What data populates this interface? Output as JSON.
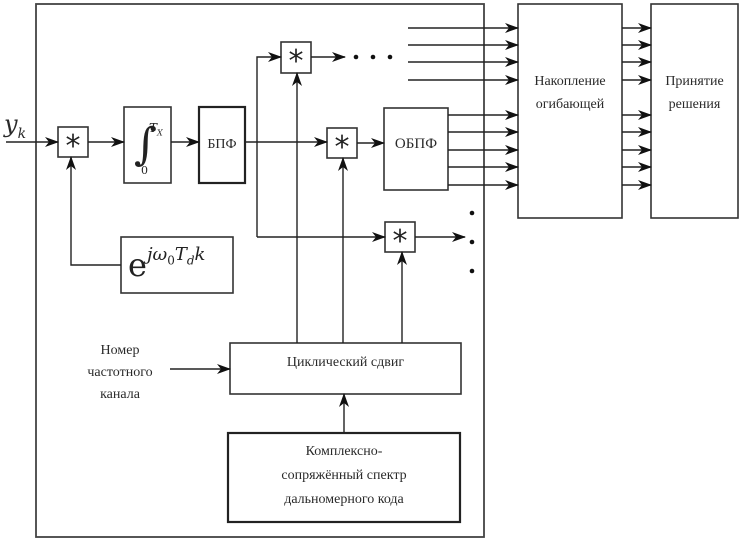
{
  "diagram": {
    "input_signal": {
      "base": "y",
      "subscript": "k"
    },
    "multiplier_symbol": "*",
    "blocks": {
      "integrator": {
        "symbol": "∫",
        "upper_limit": "T",
        "upper_limit_sub": "X",
        "lower_limit": "0"
      },
      "fft": {
        "label": "БПФ"
      },
      "ifft": {
        "label": "ОБПФ"
      },
      "exponent": {
        "base": "e",
        "exponent": "jω",
        "exp_sub0": "0",
        "exp_T": "T",
        "exp_sub_d": "d",
        "exp_k": "k"
      },
      "cyclic_shift": {
        "label": "Циклический сдвиг"
      },
      "conjugate_spectrum": {
        "lines": [
          "Комплексно-",
          "сопряжённый спектр",
          "дальномерного кода"
        ]
      },
      "envelope_accumulation": {
        "lines": [
          "Накопление",
          "огибающей"
        ]
      },
      "decision": {
        "lines": [
          "Принятие",
          "решения"
        ]
      }
    },
    "channel_number_input": {
      "lines": [
        "Номер",
        "частотного",
        "канала"
      ]
    },
    "ellipsis_horizontal": "• • •",
    "ellipsis_vertical": "⋮"
  }
}
